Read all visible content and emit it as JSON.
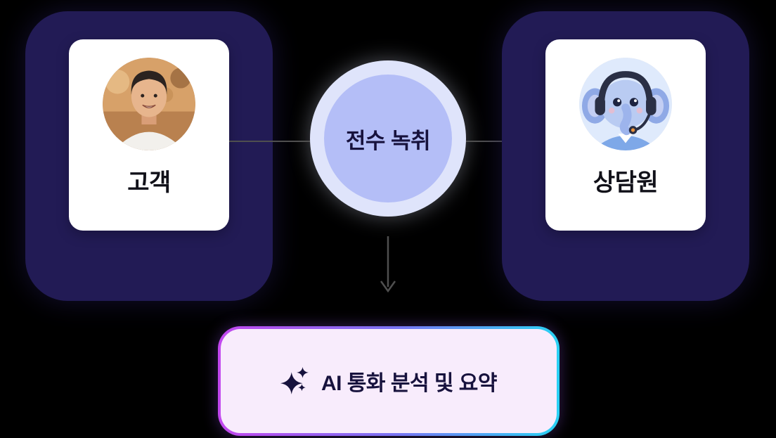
{
  "diagram": {
    "customer_label": "고객",
    "agent_label": "상담원",
    "recording_label": "전수 녹취",
    "analysis_label": "AI 통화 분석 및 요약"
  },
  "icons": {
    "customer_avatar": "customer-photo",
    "agent_avatar": "ai-elephant-agent-with-headset",
    "sparkle": "ai-sparkle-icon",
    "down_arrow": "down-arrow"
  },
  "colors": {
    "background": "#000000",
    "panel_navy": "#221b55",
    "card_white": "#ffffff",
    "circle_outer": "#dfe4fb",
    "circle_inner": "#b4bef7",
    "connector_gray": "#4f4f4f",
    "analysis_bg": "#f8ecfc",
    "gradient_left": "#c247ee",
    "gradient_mid": "#7a74f3",
    "gradient_right": "#29d2f4",
    "text_dark": "#17123d"
  }
}
